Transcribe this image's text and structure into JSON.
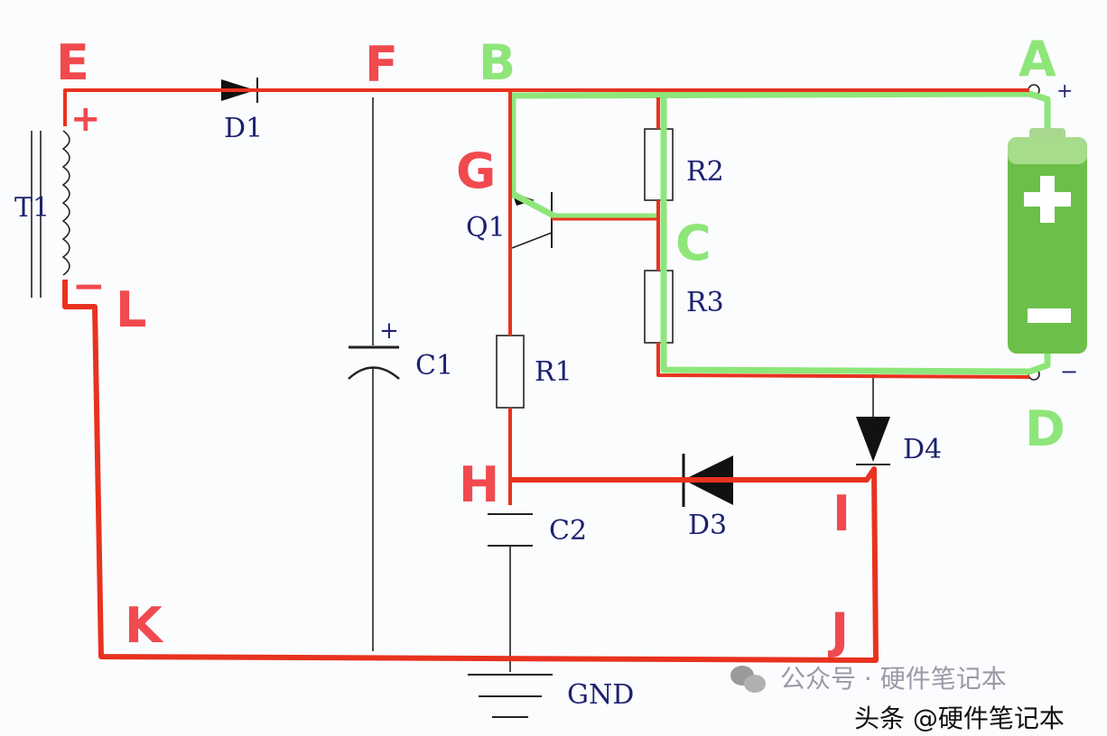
{
  "colors": {
    "power_path": "#e8321e",
    "charge_path": "#8ee67a",
    "node_red": "#f04a4f",
    "component_label": "#1c2270"
  },
  "nodes": {
    "A": "A",
    "B": "B",
    "C": "C",
    "D": "D",
    "E": "E",
    "F": "F",
    "G": "G",
    "H": "H",
    "I": "I",
    "J": "J",
    "K": "K",
    "L": "L"
  },
  "components": {
    "T1": "T1",
    "D1": "D1",
    "C1": "C1",
    "Q1": "Q1",
    "R1": "R1",
    "R2": "R2",
    "R3": "R3",
    "C2": "C2",
    "D3": "D3",
    "D4": "D4",
    "GND": "GND"
  },
  "polarity": {
    "plus": "+",
    "minus": "−"
  },
  "battery": {
    "icon": "battery-icon",
    "plus": "+",
    "minus": "−"
  },
  "watermark": {
    "wechat": "公众号 · 硬件笔记本",
    "toutiao": "头条 @硬件笔记本"
  }
}
